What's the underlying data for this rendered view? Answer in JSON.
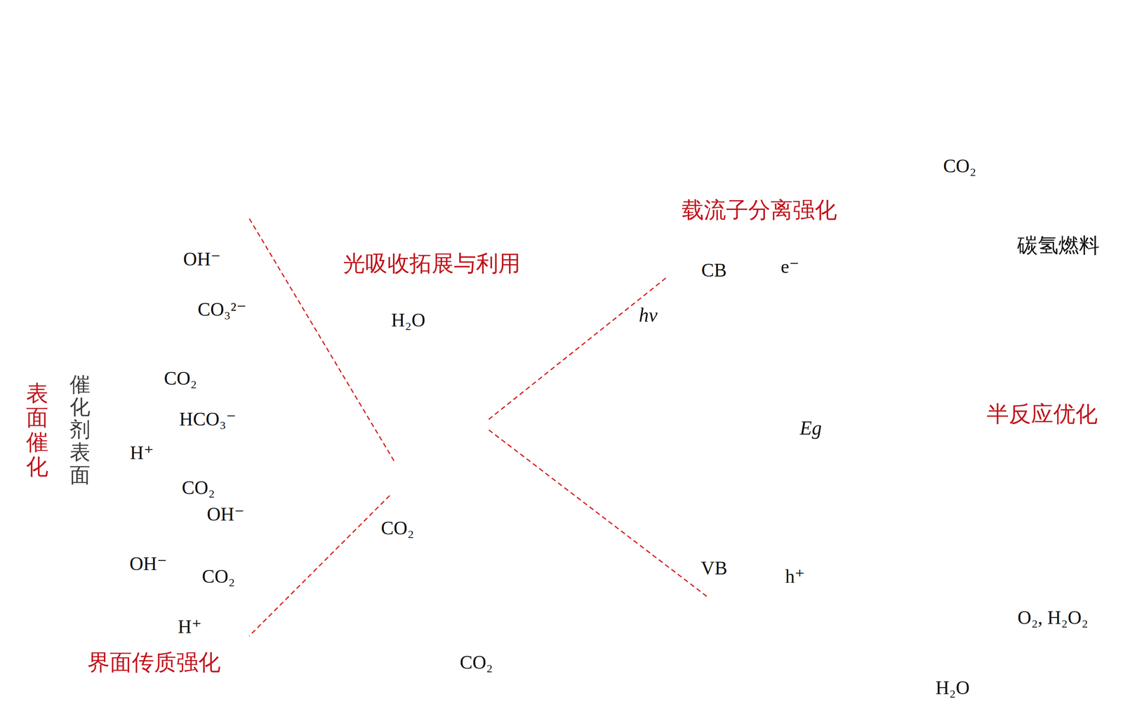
{
  "diagram": {
    "nodes": [
      {
        "text": [
          "表面催化",
          "催化剂表面",
          "OH⁻",
          "CO₃²⁻",
          "CO₂",
          "HCO₃⁻",
          "H⁺",
          "CO₂",
          "OH⁻",
          "OH⁻",
          "CO₂",
          "H⁺",
          "界面传质强化"
        ]
      },
      {
        "text": [
          "光吸收拓展与利用",
          "H₂O",
          "CO₂"
        ]
      },
      {
        "text": [
          "载流子分离强化",
          "CB",
          "e⁻",
          "hν",
          "Eg",
          "VB",
          "h⁺"
        ]
      }
    ],
    "edges": [
      {
        "from": 1,
        "to": 0,
        "arrow": "none"
      },
      {
        "from": 1,
        "to": 2,
        "arrow": "none"
      }
    ],
    "labels": [
      "CO₂",
      "CO₂",
      "碳氢燃料",
      "半反应优化",
      "O₂, H₂O₂",
      "H₂O"
    ]
  }
}
